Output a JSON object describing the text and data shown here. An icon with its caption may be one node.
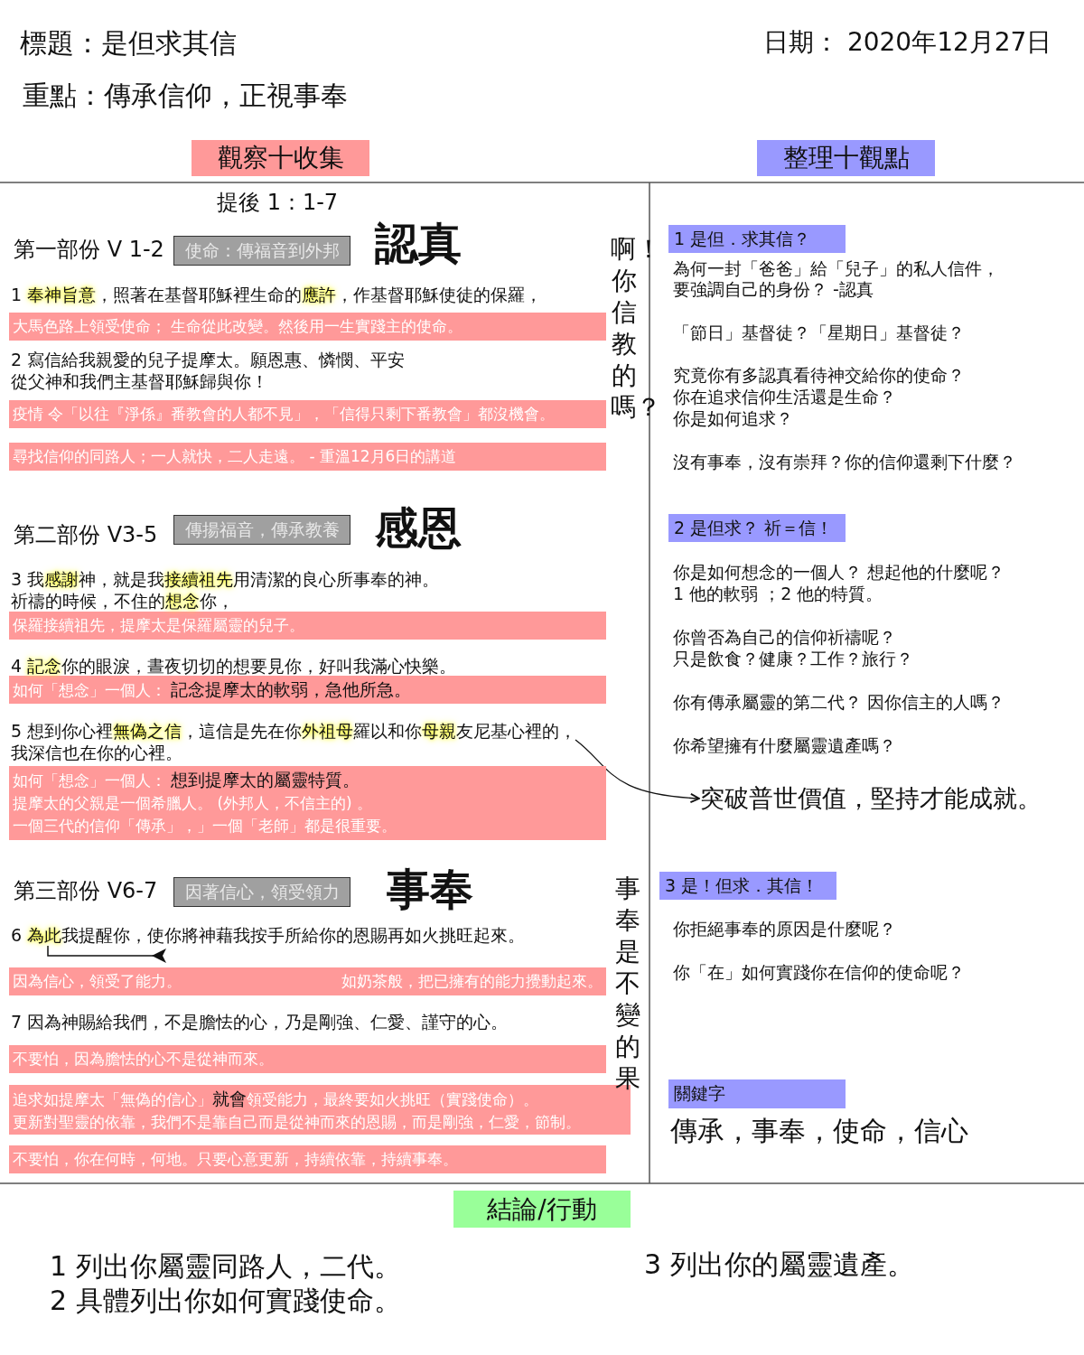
{
  "diagram": {
    "title": "標題：是但求其信",
    "nodes": [
      {
        "text": [
          "觀察十收集"
        ]
      },
      {
        "text": [
          "整理十觀點"
        ]
      },
      {
        "text": [
          "使命：傳福音到外邦"
        ]
      },
      {
        "text": [
          "大馬色路上領受使命； 生命從此改變。然後用一生實踐主的使命。"
        ]
      },
      {
        "text": [
          "疫情 令「以往『淨係』番教會的人都不見」，「信得只剩下番教會」都沒機會。"
        ]
      },
      {
        "text": [
          "尋找信仰的同路人；一人就快，二人走遠。 - 重溫12月6日的講道"
        ]
      },
      {
        "text": [
          "傳揚福音，傳承教養"
        ]
      },
      {
        "text": [
          "保羅接續祖先，提摩太是保羅屬靈的兒子。"
        ]
      },
      {
        "text": [
          "如何「想念」一個人： **記念提摩太的軟弱，急他所急。**"
        ]
      },
      {
        "text": [
          "5 想到你心裡**無偽之信**，這信是先在你**外祖母**羅以和你**母親**友尼基心裡的，",
          "我深信也在你的心裡。"
        ]
      },
      {
        "text": [
          "如何「想念」一個人： **想到提摩太的屬靈特質。**",
          "提摩太的父親是一個希臘人。 (外邦人，不信主的) 。",
          "一個三代的信仰「傳承」，」一個「老師」都是很重要。"
        ]
      },
      {
        "text": [
          "因著信心，領受領力"
        ]
      },
      {
        "text": [
          "因為信心，領受了能力。",
          "如奶茶般，把已擁有的能力攪動起來。"
        ]
      },
      {
        "text": [
          "不要怕，因為膽怯的心不是從神而來。"
        ]
      },
      {
        "text": [
          "追求如提摩太「無偽的信心」**就會**領受能力，最終要如火挑旺（實踐使命）。",
          "更新對聖靈的依靠，我們不是靠自己而是從神而來的恩賜，而是剛強，仁愛，節制。"
        ]
      },
      {
        "text": [
          "不要怕，你在何時，何地。只要心意更新，持續依靠，持續事奉。"
        ]
      },
      {
        "text": [
          "1 是但．求其信？"
        ]
      },
      {
        "text": [
          "2 是但求？ 祈＝信！"
        ]
      },
      {
        "text": [
          "突破普世價值，堅持才能成就。"
        ]
      },
      {
        "text": [
          "3 是！但求．其信！"
        ]
      },
      {
        "text": [
          "關鍵字"
        ]
      },
      {
        "text": [
          "結論/行動"
        ]
      }
    ],
    "edges": [
      {
        "from": 9,
        "to": 18,
        "arrow": "to"
      }
    ],
    "labels": [
      "重點：傳承信仰，正視事奉",
      "日期： 2020年12月27日",
      "提後 1：1-7",
      "第一部份 V 1-2",
      "認真",
      "1 **奉神旨意**，照著在基督耶穌裡生命的**應許**，作基督耶穌使徒的保羅，",
      "2 寫信給我親愛的兒子提摩太。願恩惠、憐憫、平安",
      "從父神和我們主基督耶穌歸與你！",
      "第二部份 V3-5",
      "感恩",
      "3 我**感謝**神，就是我**接續祖先**用清潔的良心所事奉的神。",
      "祈禱的時候，不住的**想念**你，",
      "4 **記念**你的眼淚，晝夜切切的想要見你，好叫我滿心快樂。",
      "第三部份 V6-7",
      "事奉",
      "6 **為此**我提醒你，使你將神藉我按手所給你的恩賜再如火挑旺起來。",
      "7 因為神賜給我們，不是膽怯的心，乃是剛強、仁愛、謹守的心。",
      "啊！你信教的嗎？",
      "事奉是不變的果",
      "為何一封「爸爸」給「兒子」的私人信件，",
      "要強調自己的身份？ -認真",
      "「節日」基督徒？「星期日」基督徒？",
      "究竟你有多認真看待神交給你的使命？",
      "你在追求信仰生活還是生命？",
      "你是如何追求？",
      "沒有事奉，沒有崇拜？你的信仰還剩下什麼？",
      "你是如何想念的一個人？ 想起他的什麼呢？",
      "1 他的軟弱 ；2 他的特質。",
      "你曾否為自己的信仰祈禱呢？",
      "只是飲食？健康？工作？旅行？",
      "你有傳承屬靈的第二代？ 因你信主的人嗎？",
      "你希望擁有什麼屬靈遺產嗎？",
      "你拒絕事奉的原因是什麼呢？",
      "你「在」如何實踐你在信仰的使命呢？",
      "傳承，事奉，使命，信心",
      "1 列出你屬靈同路人，二代。",
      "2 具體列出你如何實踐使命。",
      "3 列出你的屬靈遺產。"
    ]
  }
}
